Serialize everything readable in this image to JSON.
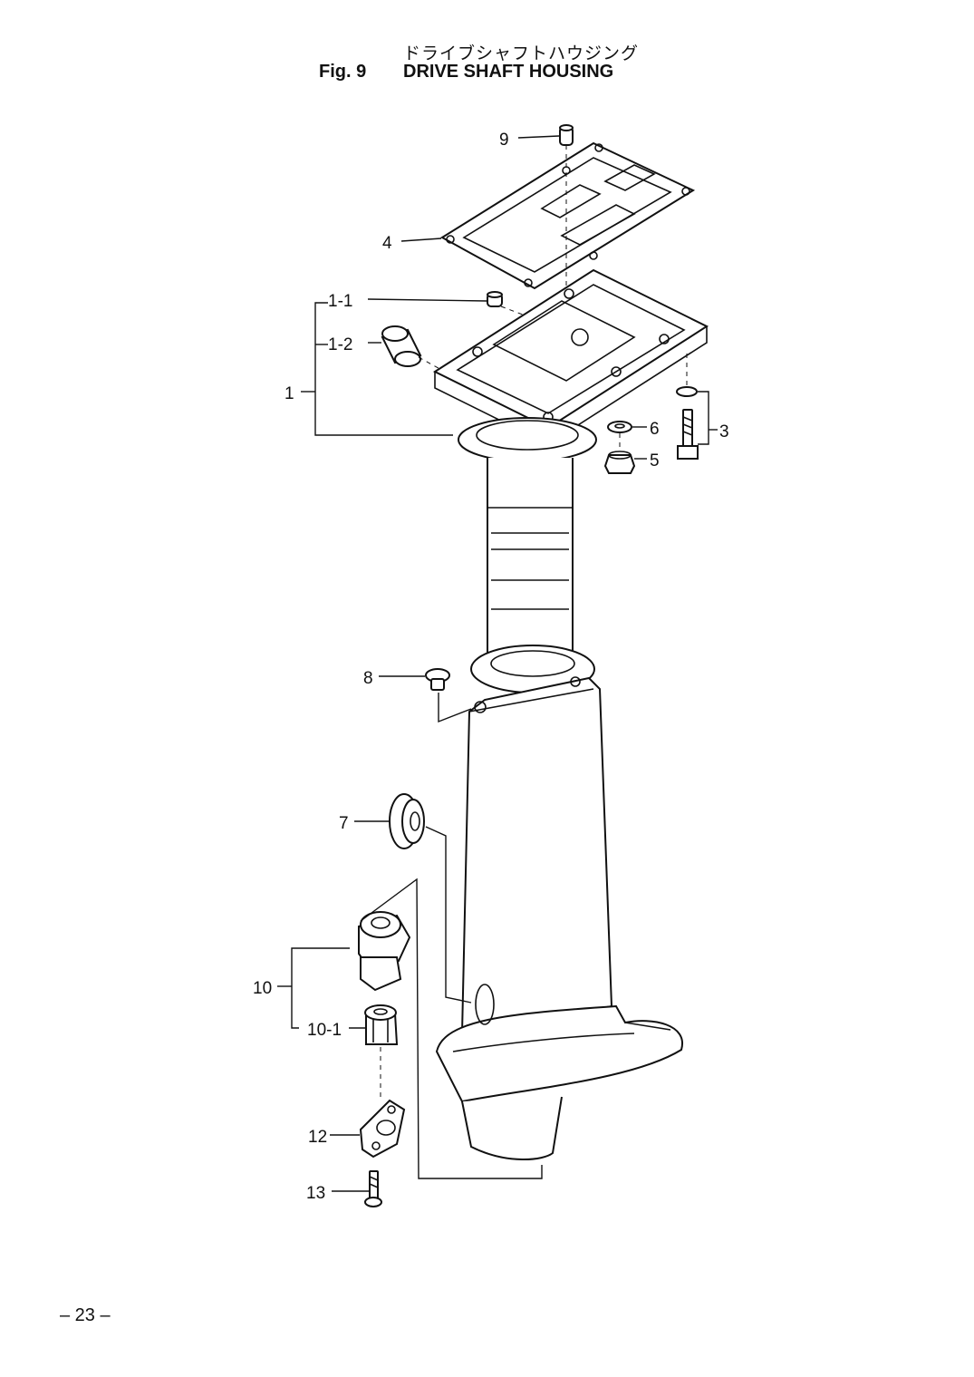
{
  "header": {
    "japanese_title": "ドライブシャフトハウジング",
    "fig_label": "Fig. 9",
    "title": "DRIVE SHAFT HOUSING"
  },
  "callouts": {
    "c9": "9",
    "c4": "4",
    "c1_1": "1-1",
    "c1_2": "1-2",
    "c1": "1",
    "c6": "6",
    "c5": "5",
    "c3": "3",
    "c8": "8",
    "c7": "7",
    "c10": "10",
    "c10_1": "10-1",
    "c12": "12",
    "c13": "13"
  },
  "footer": {
    "page_number": "– 23 –"
  }
}
